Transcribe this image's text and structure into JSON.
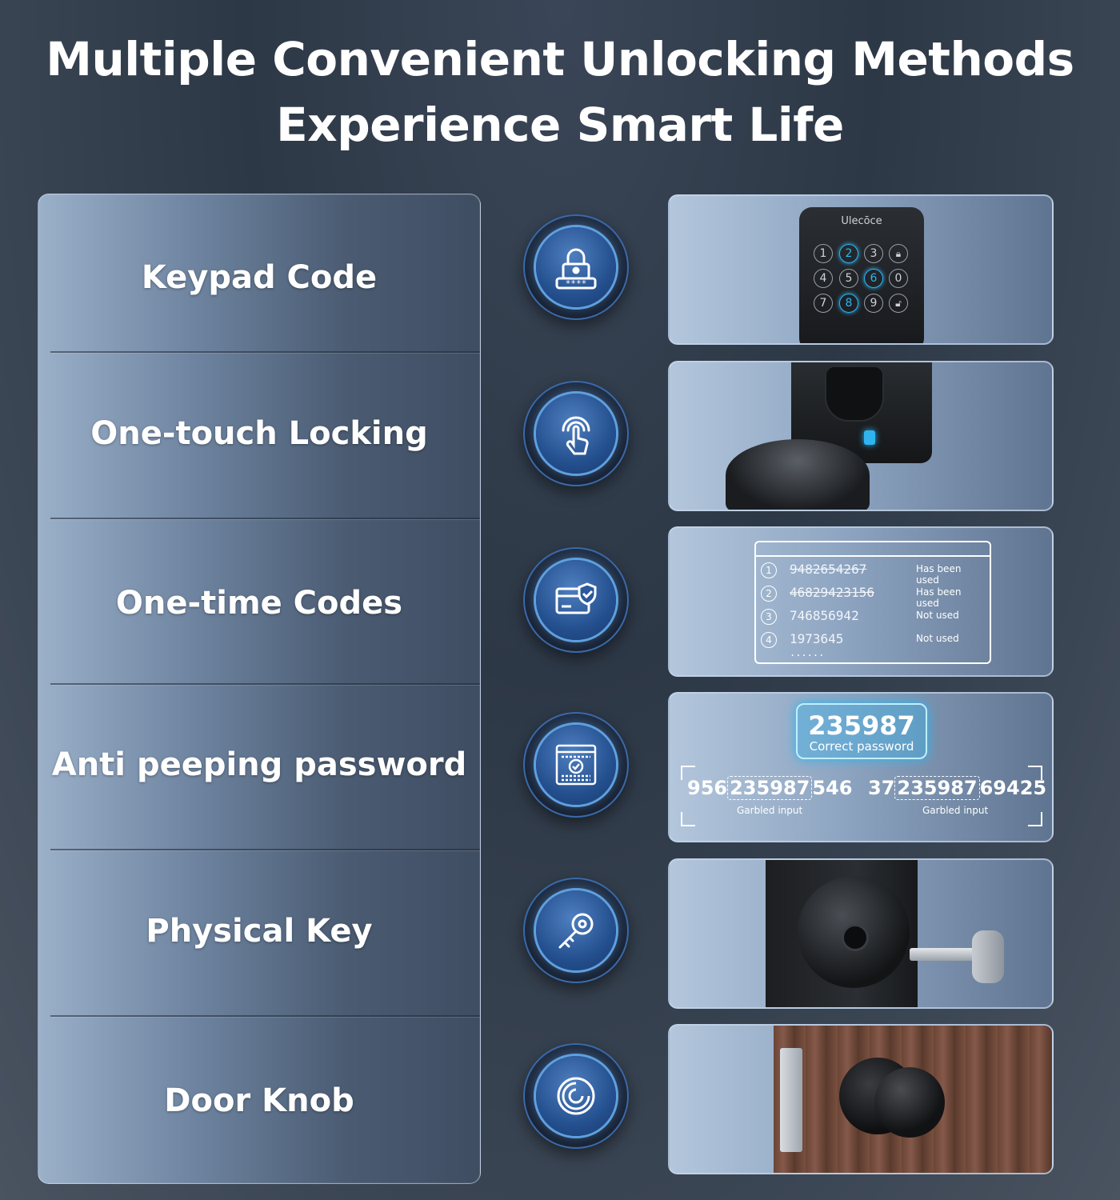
{
  "header": {
    "line1": "Multiple Convenient Unlocking Methods",
    "line2": "Experience Smart Life"
  },
  "methods": [
    {
      "label": "Keypad Code",
      "icon": "lock-password-icon"
    },
    {
      "label": "One-touch Locking",
      "icon": "touch-hand-icon"
    },
    {
      "label": "One-time Codes",
      "icon": "card-shield-icon"
    },
    {
      "label": "Anti peeping password",
      "icon": "secure-screen-icon"
    },
    {
      "label": "Physical Key",
      "icon": "key-icon"
    },
    {
      "label": "Door Knob",
      "icon": "knob-icon"
    }
  ],
  "keypad": {
    "brand": "Ulecōce",
    "keys": [
      "1",
      "2",
      "3",
      "4",
      "5",
      "6",
      "7",
      "8",
      "9"
    ],
    "password_mask": "****"
  },
  "codes": {
    "rows": [
      {
        "n": "1",
        "code": "9482654267",
        "status": "Has been used"
      },
      {
        "n": "2",
        "code": "46829423156",
        "status": "Has been used"
      },
      {
        "n": "3",
        "code": "746856942",
        "status": "Not used"
      },
      {
        "n": "4",
        "code": "1973645",
        "status": "Not used"
      }
    ],
    "more": "......"
  },
  "anti_peep": {
    "password": "235987",
    "password_label": "Correct password",
    "ex1_pre": "956",
    "ex1_mid": "235987",
    "ex1_post": "546",
    "ex2_pre": "37",
    "ex2_mid": "235987",
    "ex2_post": "69425",
    "garbled_label": "Garbled input"
  },
  "colors": {
    "accent_blue": "#2fb4f0",
    "wood": "#6b4535"
  }
}
